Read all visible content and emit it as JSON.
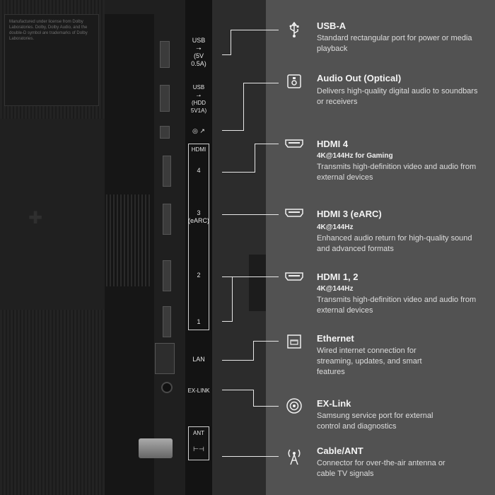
{
  "tv_label_text": "Manufactured under license from Dolby Laboratories. Dolby, Dolby Audio, and the double-D symbol are trademarks of Dolby Laboratories.",
  "strip": {
    "usb1": "USB\n⭢\n(5V 0.5A)",
    "usb2": "USB\n⭢\n(HDD 5V1A)",
    "optical": "◎ ↗",
    "hdmi_box": "HDMI",
    "hdmi4": "4",
    "hdmi3": "3\n(eARC)",
    "hdmi2": "2",
    "hdmi1": "1",
    "lan": "LAN",
    "exlink": "EX-LINK",
    "ant": "ANT"
  },
  "ports": [
    {
      "title": "USB-A",
      "description": "Standard rectangular port for power or media playback",
      "icon": "usb-icon"
    },
    {
      "title": "Audio Out (Optical)",
      "description": "Delivers high-quality digital audio to soundbars or receivers",
      "icon": "optical-audio-icon"
    },
    {
      "title": "HDMI 4",
      "subtitle": "4K@144Hz for Gaming",
      "description": "Transmits high-definition video and audio from external devices",
      "icon": "hdmi-icon"
    },
    {
      "title": "HDMI 3 (eARC)",
      "subtitle": "4K@144Hz",
      "description": "Enhanced audio return for high-quality sound and advanced formats",
      "icon": "hdmi-icon"
    },
    {
      "title": "HDMI 1, 2",
      "subtitle": "4K@144Hz",
      "description": "Transmits high-definition video and audio from external devices",
      "icon": "hdmi-icon"
    },
    {
      "title": "Ethernet",
      "description": "Wired internet connection for streaming, updates, and smart features",
      "icon": "ethernet-icon"
    },
    {
      "title": "EX-Link",
      "description": "Samsung service port for external control and diagnostics",
      "icon": "ex-link-icon"
    },
    {
      "title": "Cable/ANT",
      "description": "Connector for over-the-air antenna or cable TV signals",
      "icon": "antenna-icon"
    }
  ]
}
